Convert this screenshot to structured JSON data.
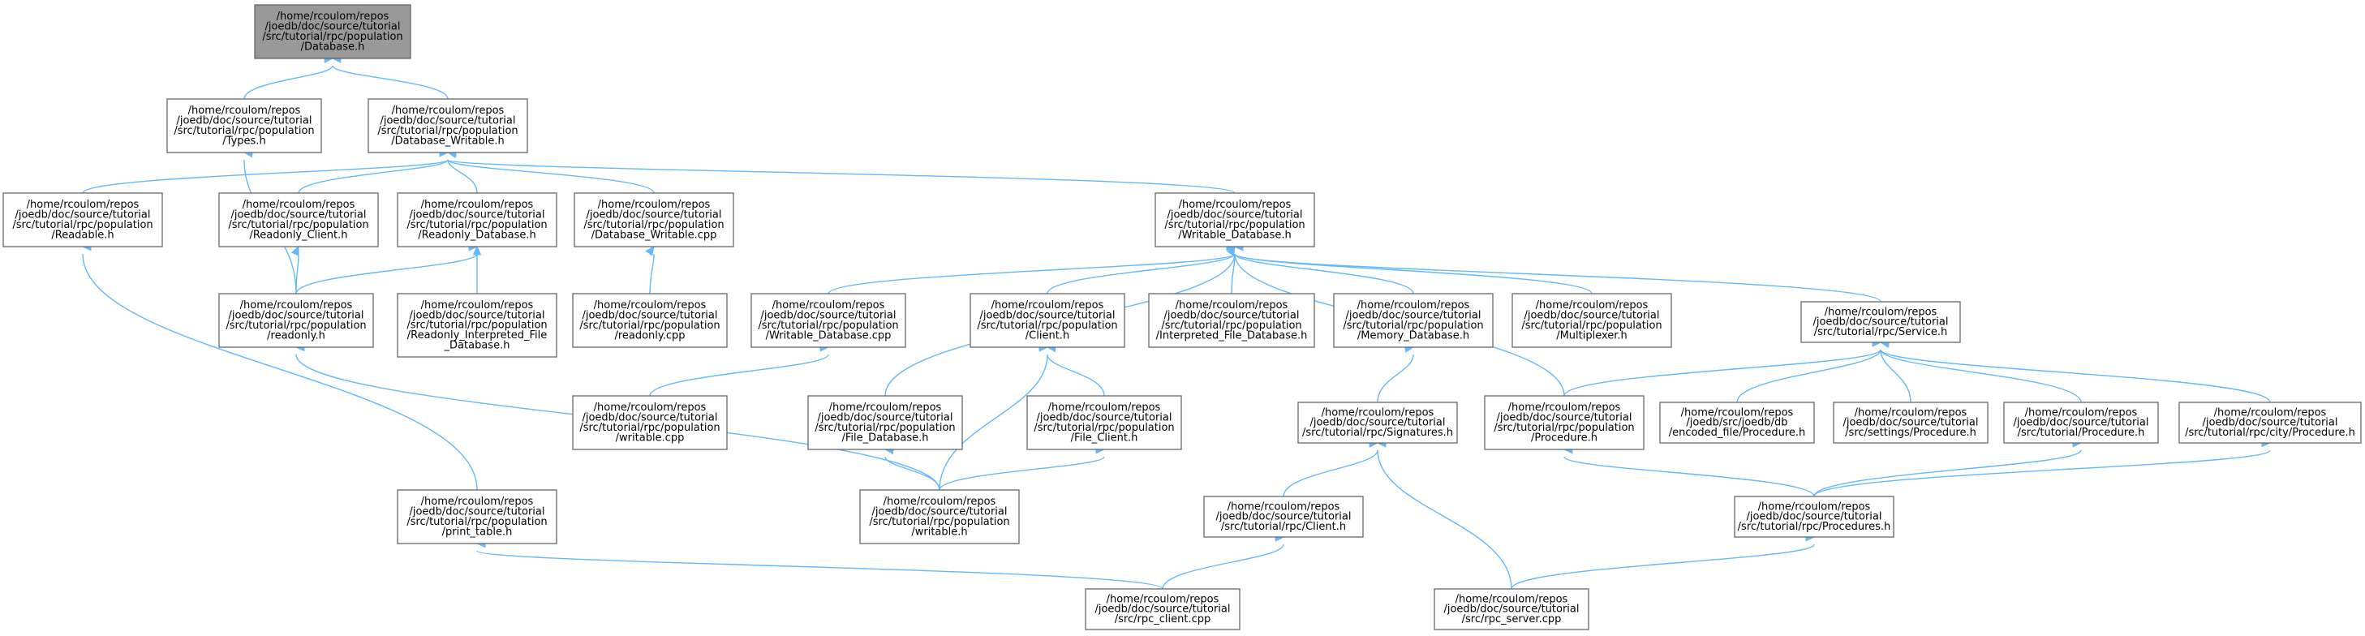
{
  "colors": {
    "edge": "#63b8ff",
    "root_fill": "#999999",
    "border": "#666666"
  },
  "nodes": [
    {
      "id": "database_h",
      "lines": [
        "/home/rcoulom/repos",
        "/joedb/doc/source/tutorial",
        "/src/tutorial/rpc/population",
        "/Database.h"
      ],
      "root": true
    },
    {
      "id": "types_h",
      "lines": [
        "/home/rcoulom/repos",
        "/joedb/doc/source/tutorial",
        "/src/tutorial/rpc/population",
        "/Types.h"
      ]
    },
    {
      "id": "database_writable_h",
      "lines": [
        "/home/rcoulom/repos",
        "/joedb/doc/source/tutorial",
        "/src/tutorial/rpc/population",
        "/Database_Writable.h"
      ]
    },
    {
      "id": "readable_h",
      "lines": [
        "/home/rcoulom/repos",
        "/joedb/doc/source/tutorial",
        "/src/tutorial/rpc/population",
        "/Readable.h"
      ]
    },
    {
      "id": "readonly_client_h",
      "lines": [
        "/home/rcoulom/repos",
        "/joedb/doc/source/tutorial",
        "/src/tutorial/rpc/population",
        "/Readonly_Client.h"
      ]
    },
    {
      "id": "readonly_database_h",
      "lines": [
        "/home/rcoulom/repos",
        "/joedb/doc/source/tutorial",
        "/src/tutorial/rpc/population",
        "/Readonly_Database.h"
      ]
    },
    {
      "id": "database_writable_cpp",
      "lines": [
        "/home/rcoulom/repos",
        "/joedb/doc/source/tutorial",
        "/src/tutorial/rpc/population",
        "/Database_Writable.cpp"
      ]
    },
    {
      "id": "writable_database_h",
      "lines": [
        "/home/rcoulom/repos",
        "/joedb/doc/source/tutorial",
        "/src/tutorial/rpc/population",
        "/Writable_Database.h"
      ]
    },
    {
      "id": "readonly_h",
      "lines": [
        "/home/rcoulom/repos",
        "/joedb/doc/source/tutorial",
        "/src/tutorial/rpc/population",
        "/readonly.h"
      ]
    },
    {
      "id": "readonly_interpreted_h",
      "lines": [
        "/home/rcoulom/repos",
        "/joedb/doc/source/tutorial",
        "/src/tutorial/rpc/population",
        "/Readonly_Interpreted_File",
        "_Database.h"
      ]
    },
    {
      "id": "readonly_cpp",
      "lines": [
        "/home/rcoulom/repos",
        "/joedb/doc/source/tutorial",
        "/src/tutorial/rpc/population",
        "/readonly.cpp"
      ]
    },
    {
      "id": "writable_database_cpp",
      "lines": [
        "/home/rcoulom/repos",
        "/joedb/doc/source/tutorial",
        "/src/tutorial/rpc/population",
        "/Writable_Database.cpp"
      ]
    },
    {
      "id": "client_h",
      "lines": [
        "/home/rcoulom/repos",
        "/joedb/doc/source/tutorial",
        "/src/tutorial/rpc/population",
        "/Client.h"
      ]
    },
    {
      "id": "interpreted_file_database_h",
      "lines": [
        "/home/rcoulom/repos",
        "/joedb/doc/source/tutorial",
        "/src/tutorial/rpc/population",
        "/Interpreted_File_Database.h"
      ]
    },
    {
      "id": "memory_database_h",
      "lines": [
        "/home/rcoulom/repos",
        "/joedb/doc/source/tutorial",
        "/src/tutorial/rpc/population",
        "/Memory_Database.h"
      ]
    },
    {
      "id": "multiplexer_h",
      "lines": [
        "/home/rcoulom/repos",
        "/joedb/doc/source/tutorial",
        "/src/tutorial/rpc/population",
        "/Multiplexer.h"
      ]
    },
    {
      "id": "service_h",
      "lines": [
        "/home/rcoulom/repos",
        "/joedb/doc/source/tutorial",
        "/src/tutorial/rpc/Service.h"
      ]
    },
    {
      "id": "writable_cpp",
      "lines": [
        "/home/rcoulom/repos",
        "/joedb/doc/source/tutorial",
        "/src/tutorial/rpc/population",
        "/writable.cpp"
      ]
    },
    {
      "id": "file_database_h",
      "lines": [
        "/home/rcoulom/repos",
        "/joedb/doc/source/tutorial",
        "/src/tutorial/rpc/population",
        "/File_Database.h"
      ]
    },
    {
      "id": "file_client_h",
      "lines": [
        "/home/rcoulom/repos",
        "/joedb/doc/source/tutorial",
        "/src/tutorial/rpc/population",
        "/File_Client.h"
      ]
    },
    {
      "id": "signatures_h",
      "lines": [
        "/home/rcoulom/repos",
        "/joedb/doc/source/tutorial",
        "/src/tutorial/rpc/Signatures.h"
      ]
    },
    {
      "id": "procedure_pop_h",
      "lines": [
        "/home/rcoulom/repos",
        "/joedb/doc/source/tutorial",
        "/src/tutorial/rpc/population",
        "/Procedure.h"
      ]
    },
    {
      "id": "encoded_procedure_h",
      "lines": [
        "/home/rcoulom/repos",
        "/joedb/src/joedb/db",
        "/encoded_file/Procedure.h"
      ]
    },
    {
      "id": "settings_procedure_h",
      "lines": [
        "/home/rcoulom/repos",
        "/joedb/doc/source/tutorial",
        "/src/settings/Procedure.h"
      ]
    },
    {
      "id": "tutorial_procedure_h",
      "lines": [
        "/home/rcoulom/repos",
        "/joedb/doc/source/tutorial",
        "/src/tutorial/Procedure.h"
      ]
    },
    {
      "id": "city_procedure_h",
      "lines": [
        "/home/rcoulom/repos",
        "/joedb/doc/source/tutorial",
        "/src/tutorial/rpc/city/Procedure.h"
      ]
    },
    {
      "id": "print_table_h",
      "lines": [
        "/home/rcoulom/repos",
        "/joedb/doc/source/tutorial",
        "/src/tutorial/rpc/population",
        "/print_table.h"
      ]
    },
    {
      "id": "writable_h",
      "lines": [
        "/home/rcoulom/repos",
        "/joedb/doc/source/tutorial",
        "/src/tutorial/rpc/population",
        "/writable.h"
      ]
    },
    {
      "id": "rpc_client_h",
      "lines": [
        "/home/rcoulom/repos",
        "/joedb/doc/source/tutorial",
        "/src/tutorial/rpc/Client.h"
      ]
    },
    {
      "id": "procedures_h",
      "lines": [
        "/home/rcoulom/repos",
        "/joedb/doc/source/tutorial",
        "/src/tutorial/rpc/Procedures.h"
      ]
    },
    {
      "id": "rpc_client_cpp",
      "lines": [
        "/home/rcoulom/repos",
        "/joedb/doc/source/tutorial",
        "/src/rpc_client.cpp"
      ]
    },
    {
      "id": "rpc_server_cpp",
      "lines": [
        "/home/rcoulom/repos",
        "/joedb/doc/source/tutorial",
        "/src/rpc_server.cpp"
      ]
    }
  ],
  "edges": [
    {
      "from": "types_h",
      "to": "database_h"
    },
    {
      "from": "database_writable_h",
      "to": "database_h"
    },
    {
      "from": "readable_h",
      "to": "database_writable_h"
    },
    {
      "from": "readonly_client_h",
      "to": "database_writable_h"
    },
    {
      "from": "readonly_database_h",
      "to": "database_writable_h"
    },
    {
      "from": "database_writable_cpp",
      "to": "database_writable_h"
    },
    {
      "from": "writable_database_h",
      "to": "database_writable_h"
    },
    {
      "from": "readonly_h",
      "to": "types_h"
    },
    {
      "from": "readonly_h",
      "to": "readonly_client_h"
    },
    {
      "from": "readonly_h",
      "to": "readonly_database_h"
    },
    {
      "from": "readonly_interpreted_h",
      "to": "readonly_database_h"
    },
    {
      "from": "readonly_cpp",
      "to": "database_writable_cpp"
    },
    {
      "from": "writable_database_cpp",
      "to": "writable_database_h"
    },
    {
      "from": "client_h",
      "to": "writable_database_h"
    },
    {
      "from": "interpreted_file_database_h",
      "to": "writable_database_h"
    },
    {
      "from": "memory_database_h",
      "to": "writable_database_h"
    },
    {
      "from": "multiplexer_h",
      "to": "writable_database_h"
    },
    {
      "from": "service_h",
      "to": "writable_database_h"
    },
    {
      "from": "file_database_h",
      "to": "writable_database_h"
    },
    {
      "from": "procedure_pop_h",
      "to": "writable_database_h"
    },
    {
      "from": "writable_cpp",
      "to": "writable_database_cpp"
    },
    {
      "from": "file_client_h",
      "to": "client_h"
    },
    {
      "from": "writable_h",
      "to": "client_h"
    },
    {
      "from": "writable_h",
      "to": "readonly_h"
    },
    {
      "from": "writable_h",
      "to": "file_database_h"
    },
    {
      "from": "writable_h",
      "to": "file_client_h"
    },
    {
      "from": "signatures_h",
      "to": "memory_database_h"
    },
    {
      "from": "procedure_pop_h",
      "to": "service_h"
    },
    {
      "from": "encoded_procedure_h",
      "to": "service_h"
    },
    {
      "from": "settings_procedure_h",
      "to": "service_h"
    },
    {
      "from": "tutorial_procedure_h",
      "to": "service_h"
    },
    {
      "from": "city_procedure_h",
      "to": "service_h"
    },
    {
      "from": "print_table_h",
      "to": "readable_h"
    },
    {
      "from": "rpc_client_h",
      "to": "signatures_h"
    },
    {
      "from": "rpc_server_cpp",
      "to": "signatures_h"
    },
    {
      "from": "procedures_h",
      "to": "procedure_pop_h"
    },
    {
      "from": "procedures_h",
      "to": "tutorial_procedure_h"
    },
    {
      "from": "procedures_h",
      "to": "city_procedure_h"
    },
    {
      "from": "rpc_client_cpp",
      "to": "rpc_client_h"
    },
    {
      "from": "rpc_client_cpp",
      "to": "print_table_h"
    },
    {
      "from": "rpc_server_cpp",
      "to": "procedures_h"
    }
  ]
}
